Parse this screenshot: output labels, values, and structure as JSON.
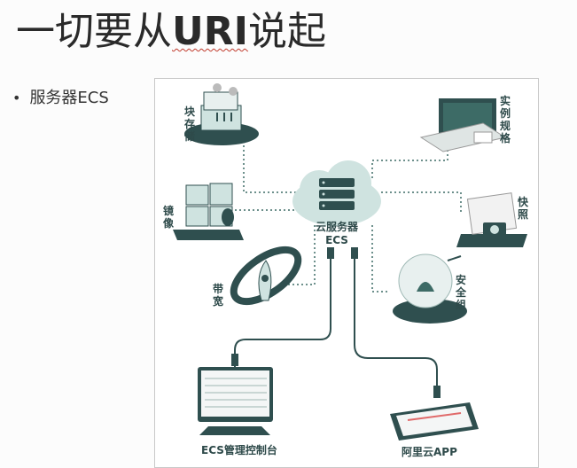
{
  "slide": {
    "title_prefix": "一切要从",
    "title_highlight": "URI",
    "title_suffix": "说起",
    "bullet": "服务器ECS"
  },
  "diagram": {
    "center": {
      "line1": "云服务器",
      "line2": "ECS"
    },
    "block_storage": "块存储",
    "instance_spec": "实例规格",
    "image": "镜像",
    "snapshot": "快照",
    "bandwidth": "带宽",
    "security_group": "安全组",
    "console": "ECS管理控制台",
    "aliyun_app": "阿里云APP"
  },
  "colors": {
    "accent": "#2f4f4f",
    "teal": "#3d6b66",
    "light": "#cfe3e0",
    "line": "#3d6b66"
  }
}
